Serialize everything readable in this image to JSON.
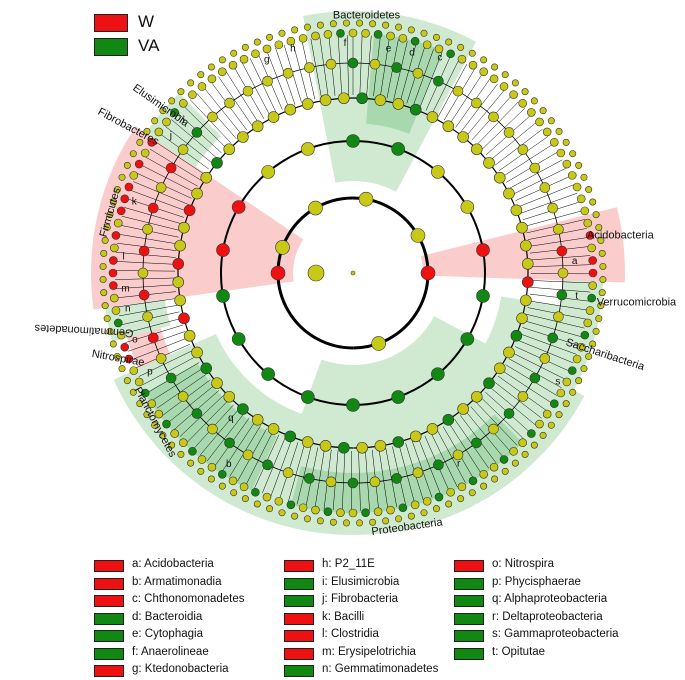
{
  "colors": {
    "enriched_w": "#ee1111",
    "enriched_va": "#118811",
    "nonsignificant": "#c8c817",
    "shade_w": "#f5a3a3",
    "shade_va": "#a9d9ad",
    "shade_va_dark": "#7fc587",
    "line": "#000000"
  },
  "legend": [
    {
      "label": "W",
      "color": "#ee1111"
    },
    {
      "label": "VA",
      "color": "#118811"
    }
  ],
  "clades": [
    {
      "label": "Bacteroidetes",
      "color": "#118811"
    },
    {
      "label": "Acidobacteria",
      "color": "#ee1111"
    },
    {
      "label": "Verrucomicrobia",
      "color": "#118811"
    },
    {
      "label": "Saccharibacteria",
      "color": "#118811"
    },
    {
      "label": "Proteobacteria",
      "color": "#118811"
    },
    {
      "label": "Planctomycetes",
      "color": "#118811"
    },
    {
      "label": "Nitrospirae",
      "color": "#ee1111"
    },
    {
      "label": "Gemmatimonadetes",
      "color": "#118811"
    },
    {
      "label": "Firmicutes",
      "color": "#ee1111"
    },
    {
      "label": "Fibrobacteres",
      "color": "#118811"
    },
    {
      "label": "Elusimicrobia",
      "color": "#118811"
    }
  ],
  "letters": [
    "a",
    "b",
    "c",
    "d",
    "e",
    "f",
    "g",
    "h",
    "i",
    "j",
    "k",
    "l",
    "m",
    "n",
    "o",
    "p",
    "q",
    "r",
    "s",
    "t"
  ],
  "keys": [
    {
      "letter": "a",
      "text": "a: Acidobacteria",
      "color": "#ee1111"
    },
    {
      "letter": "b",
      "text": "b: Armatimonadia",
      "color": "#ee1111"
    },
    {
      "letter": "c",
      "text": "c: Chthonomonadetes",
      "color": "#ee1111"
    },
    {
      "letter": "d",
      "text": "d: Bacteroidia",
      "color": "#118811"
    },
    {
      "letter": "e",
      "text": "e: Cytophagia",
      "color": "#118811"
    },
    {
      "letter": "f",
      "text": "f: Anaerolineae",
      "color": "#118811"
    },
    {
      "letter": "g",
      "text": "g: Ktedonobacteria",
      "color": "#ee1111"
    },
    {
      "letter": "h",
      "text": "h: P2_11E",
      "color": "#ee1111"
    },
    {
      "letter": "i",
      "text": "i: Elusimicrobia",
      "color": "#118811"
    },
    {
      "letter": "j",
      "text": "j: Fibrobacteria",
      "color": "#118811"
    },
    {
      "letter": "k",
      "text": "k: Bacilli",
      "color": "#ee1111"
    },
    {
      "letter": "l",
      "text": "l: Clostridia",
      "color": "#ee1111"
    },
    {
      "letter": "m",
      "text": "m: Erysipelotrichia",
      "color": "#ee1111"
    },
    {
      "letter": "n",
      "text": "n: Gemmatimonadetes",
      "color": "#118811"
    },
    {
      "letter": "o",
      "text": "o: Nitrospira",
      "color": "#ee1111"
    },
    {
      "letter": "p",
      "text": "p: Phycisphaerae",
      "color": "#118811"
    },
    {
      "letter": "q",
      "text": "q: Alphaproteobacteria",
      "color": "#118811"
    },
    {
      "letter": "r",
      "text": "r: Deltaproteobacteria",
      "color": "#118811"
    },
    {
      "letter": "s",
      "text": "s: Gammaproteobacteria",
      "color": "#118811"
    },
    {
      "letter": "t",
      "text": "t: Opitutae",
      "color": "#118811"
    }
  ]
}
